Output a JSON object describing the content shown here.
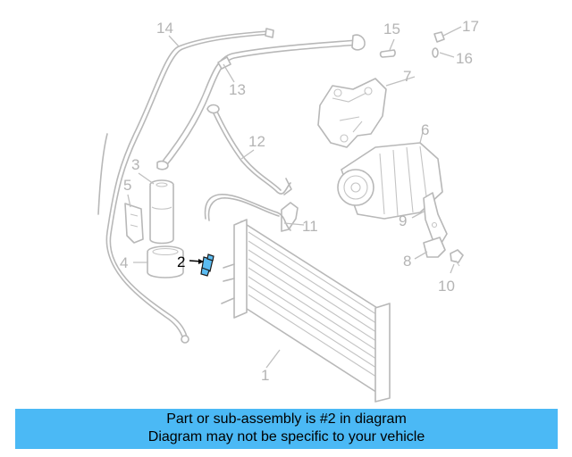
{
  "diagram": {
    "callouts": {
      "p1": "1",
      "p2": "2",
      "p3": "3",
      "p4": "4",
      "p5": "5",
      "p6": "6",
      "p7": "7",
      "p8": "8",
      "p9": "9",
      "p10": "10",
      "p11": "11",
      "p12": "12",
      "p13": "13",
      "p14": "14",
      "p15": "15",
      "p16": "16",
      "p17": "17"
    },
    "highlight_color": "#5bbcf2",
    "line_color": "#b8b8b8"
  },
  "banner": {
    "line1": "Part or sub-assembly is #2 in diagram",
    "line2": "Diagram may not be specific to your vehicle",
    "background": "#4bb9f5"
  }
}
